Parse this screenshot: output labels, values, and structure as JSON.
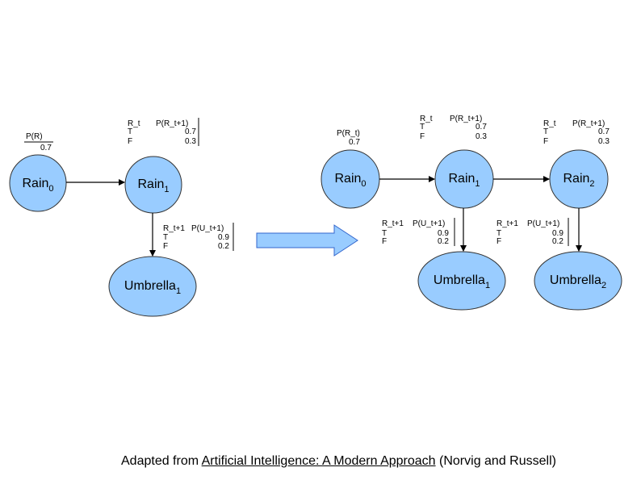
{
  "colors": {
    "node_fill": "#99CCFF",
    "node_stroke": "#333333",
    "arrow_fill": "#99CCFF",
    "arrow_stroke": "#3366CC"
  },
  "left": {
    "prior_table": {
      "header": "P(R)",
      "header_sub": "",
      "value": "0.7"
    },
    "rain0": {
      "base": "Rain",
      "sub": "0"
    },
    "rain1": {
      "base": "Rain",
      "sub": "1"
    },
    "umbrella1": {
      "base": "Umbrella",
      "sub": "1"
    },
    "transition_table": {
      "h1": "R_t",
      "h2": "P(R_t+1)",
      "rows": [
        {
          "c1": "T",
          "c2": "0.7"
        },
        {
          "c1": "F",
          "c2": "0.3"
        }
      ]
    },
    "sensor_table": {
      "h1": "R_t+1",
      "h2": "P(U_t+1)",
      "rows": [
        {
          "c1": "T",
          "c2": "0.9"
        },
        {
          "c1": "F",
          "c2": "0.2"
        }
      ]
    }
  },
  "right": {
    "prior_table": {
      "header": "P(R_t)",
      "value": "0.7"
    },
    "rain0": {
      "base": "Rain",
      "sub": "0"
    },
    "rain1": {
      "base": "Rain",
      "sub": "1"
    },
    "rain2": {
      "base": "Rain",
      "sub": "2"
    },
    "umbrella1": {
      "base": "Umbrella",
      "sub": "1"
    },
    "umbrella2": {
      "base": "Umbrella",
      "sub": "2"
    },
    "transition_table_1": {
      "h1": "R_t",
      "h2": "P(R_t+1)",
      "rows": [
        {
          "c1": "T",
          "c2": "0.7"
        },
        {
          "c1": "F",
          "c2": "0.3"
        }
      ]
    },
    "transition_table_2": {
      "h1": "R_t",
      "h2": "P(R_t+1)",
      "rows": [
        {
          "c1": "T",
          "c2": "0.7"
        },
        {
          "c1": "F",
          "c2": "0.3"
        }
      ]
    },
    "sensor_table_1": {
      "h1": "R_t+1",
      "h2": "P(U_t+1)",
      "rows": [
        {
          "c1": "T",
          "c2": "0.9"
        },
        {
          "c1": "F",
          "c2": "0.2"
        }
      ]
    },
    "sensor_table_2": {
      "h1": "R_t+1",
      "h2": "P(U_t+1)",
      "rows": [
        {
          "c1": "T",
          "c2": "0.9"
        },
        {
          "c1": "F",
          "c2": "0.2"
        }
      ]
    }
  },
  "footer": {
    "prefix": "Adapted from ",
    "title": "Artificial Intelligence: A Modern Approach",
    "suffix": " (Norvig and Russell)"
  }
}
